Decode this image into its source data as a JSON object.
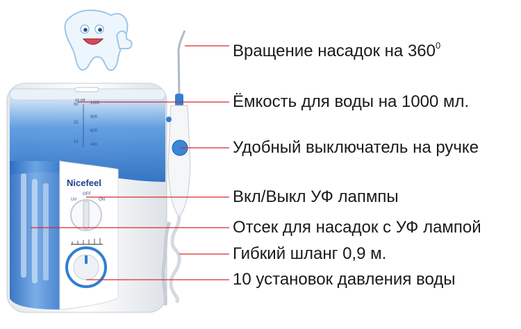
{
  "brand": "Nicefeel",
  "tank_markings": {
    "unit": "oz ml",
    "oz": [
      "30",
      "25",
      "15"
    ],
    "ml": [
      "1000",
      "800",
      "600",
      "400"
    ]
  },
  "switch_markings": {
    "off": "OFF",
    "uv": "UV",
    "on": "ON"
  },
  "features": [
    {
      "text": "Вращение насадок на 360",
      "superscript": "0"
    },
    {
      "text": "Ёмкость для воды на 1000 мл."
    },
    {
      "text": "Удобный выключатель на ручке"
    },
    {
      "text": "Вкл/Выкл УФ лапмпы"
    },
    {
      "text": "Отсек для насадок с УФ лампой"
    },
    {
      "text": "Гибкий шланг 0,9 м."
    },
    {
      "text": "10 установок давления воды"
    }
  ],
  "colors": {
    "leader": "#d9282f",
    "accent_blue": "#2f7fd4",
    "body_white": "#f2f4f6"
  }
}
